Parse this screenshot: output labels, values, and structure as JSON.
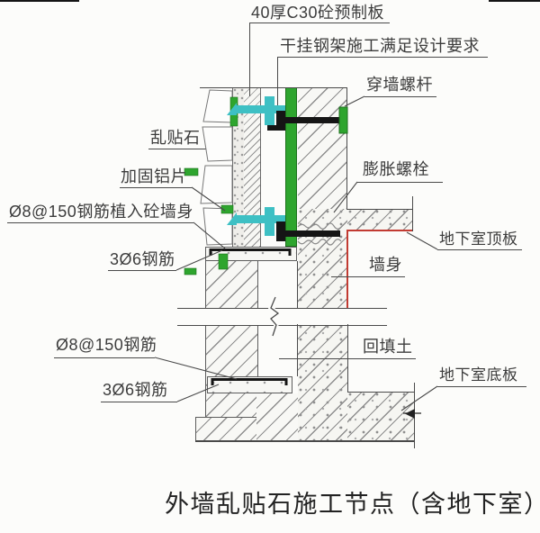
{
  "diagram": {
    "title": "外墙乱贴石施工节点（含地下室）",
    "callouts": {
      "precast_panel": "40厚C30砼预制板",
      "steel_frame_req": "干挂钢架施工满足设计要求",
      "through_wall_bolt": "穿墙螺杆",
      "random_stone": "乱贴石",
      "reinforced_aluminum": "加固铝片",
      "embedded_rebar": "Ø8@150钢筋植入砼墙身",
      "rebar_3d6_top": "3Ø6钢筋",
      "expansion_bolt": "膨胀螺栓",
      "basement_roof_slab": "地下室顶板",
      "wall_body": "墙身",
      "rebar_8_150": "Ø8@150钢筋",
      "backfill_soil": "回填土",
      "rebar_3d6_bottom": "3Ø6钢筋",
      "basement_floor_slab": "地下室底板"
    },
    "colors": {
      "keel_green": "#2EA52E",
      "bracket_teal": "#3EC0C4",
      "waterproof_red": "#C23B32"
    }
  }
}
